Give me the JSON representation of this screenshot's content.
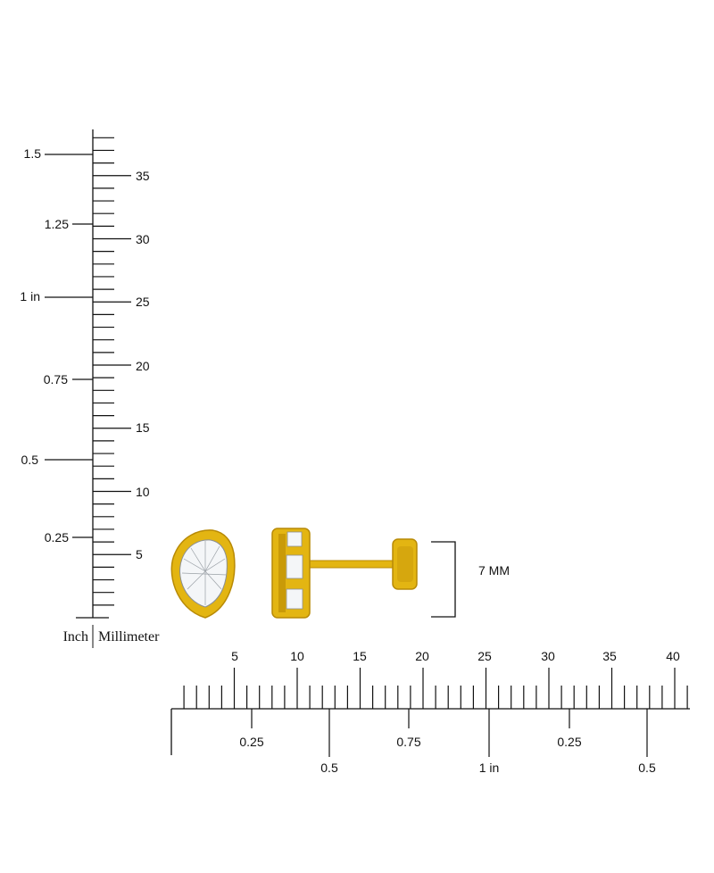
{
  "vertical_ruler": {
    "inch_labels": [
      "1.5",
      "1.25",
      "1 in",
      "0.75",
      "0.5",
      "0.25"
    ],
    "mm_labels": [
      "35",
      "30",
      "25",
      "20",
      "15",
      "10",
      "5"
    ],
    "inch_caption": "Inch",
    "mm_caption": "Millimeter"
  },
  "horizontal_ruler": {
    "mm_labels": [
      "5",
      "10",
      "15",
      "20",
      "25",
      "30",
      "35",
      "40"
    ],
    "inch_labels": [
      "0.25",
      "0.5",
      "0.75",
      "1 in",
      "0.25",
      "0.5"
    ]
  },
  "dimension": {
    "height_label": "7 MM"
  },
  "product": {
    "metal_color": "#E3B512",
    "metal_shadow": "#B88A06",
    "stone_color": "#F4F6F8"
  }
}
